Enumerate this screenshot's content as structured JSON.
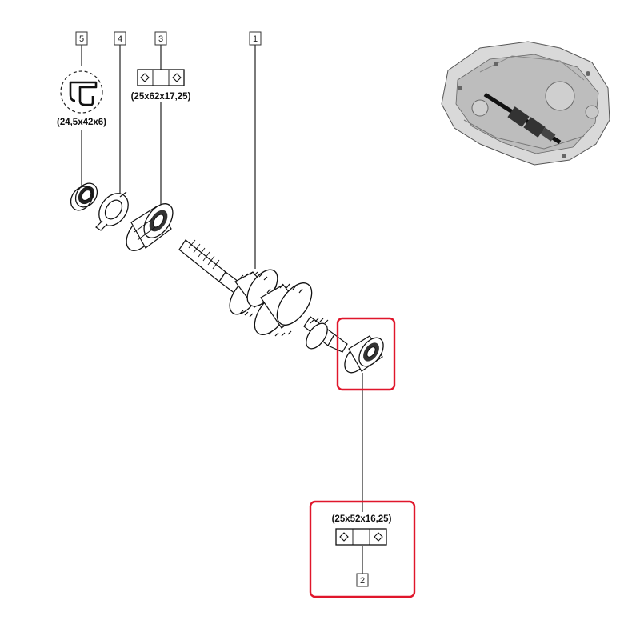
{
  "callouts": {
    "c1": "1",
    "c2": "2",
    "c3": "3",
    "c4": "4",
    "c5": "5"
  },
  "dimensions": {
    "seal": "(24,5x42x6)",
    "bearing_3": "(25x62x17,25)",
    "bearing_2": "(25x52x16,25)"
  },
  "colors": {
    "highlight": "#e0162b",
    "line": "#222222"
  },
  "icons": {
    "seal": "oil-seal-icon",
    "bearing_symbol": "bearing-symbol-icon",
    "gearbox": "gearbox-thumbnail"
  }
}
